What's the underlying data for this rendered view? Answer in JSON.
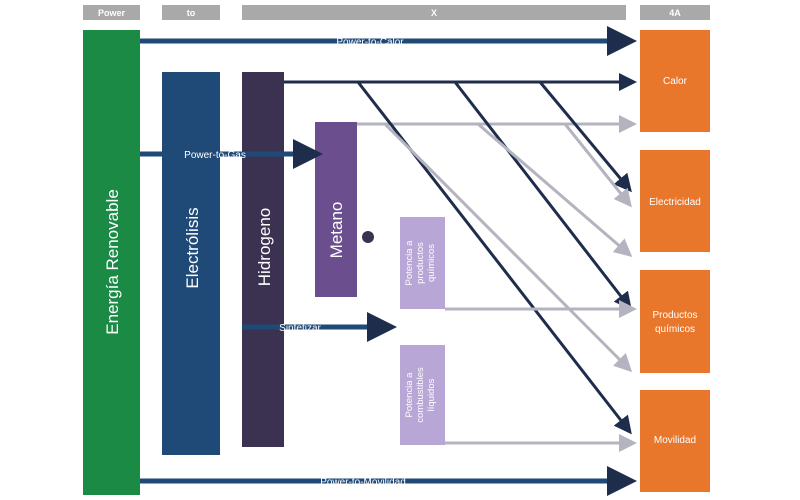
{
  "headers": {
    "power": "Power",
    "to": "to",
    "x": "X",
    "fourA": "4A"
  },
  "columns": {
    "energia": "Energía Renovable",
    "electrolisis": "Electrólisis",
    "hidrogeno": "Hidrogeno",
    "metano": "Metano",
    "potencia_quimicos": [
      "Potencia a",
      "productos",
      "químicos"
    ],
    "potencia_combustibles": [
      "Potencia a",
      "combustibles",
      "líquidos"
    ]
  },
  "arrows": {
    "power_to_calor": "Power-to-Calor",
    "power_to_gas": "Power-to-Gas",
    "sintetizar": "Sintetizar",
    "power_to_movilidad": "Power-to-Movilidad"
  },
  "outputs": {
    "calor": "Calor",
    "electricidad": "Electricidad",
    "productos": [
      "Productos",
      "químicos"
    ],
    "movilidad": "Movilidad"
  },
  "colors": {
    "green": "#1a8a45",
    "navy": "#1f4a78",
    "purple_dark": "#3b3150",
    "purple_mid": "#6b4e8e",
    "lavender": "#b7a6d6",
    "orange": "#e8762b",
    "header_gray": "#a9a9a9",
    "arrow_dark": "#1f2d4d",
    "arrow_gray": "#b4b4c0"
  }
}
